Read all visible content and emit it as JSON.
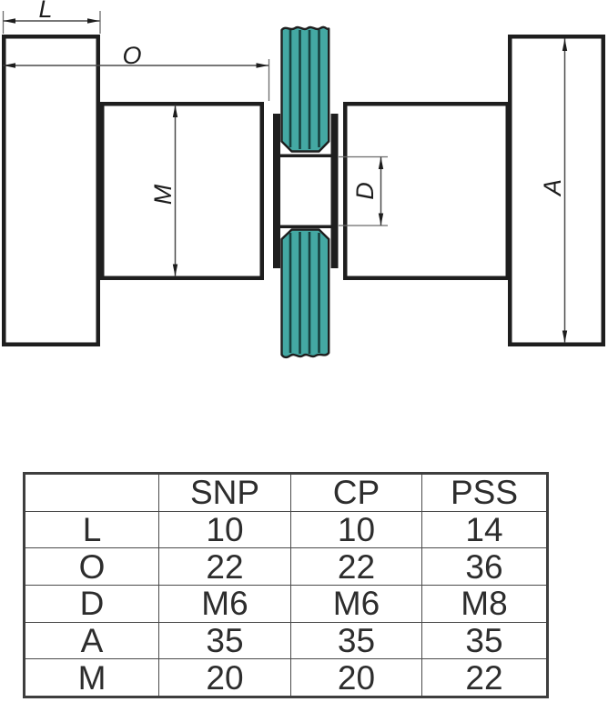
{
  "drawing": {
    "labels": {
      "L": "L",
      "O": "O",
      "M": "M",
      "D": "D",
      "A": "A"
    },
    "colors": {
      "glass_teal": "#44A8A3",
      "glass_stripe": "#17403E",
      "outline_black": "#1E1E1E",
      "dimension_gray": "#4A4A4A"
    }
  },
  "table": {
    "headers": [
      "SNP",
      "CP",
      "PSS"
    ],
    "rows": [
      {
        "label": "L",
        "values": [
          "10",
          "10",
          "14"
        ]
      },
      {
        "label": "O",
        "values": [
          "22",
          "22",
          "36"
        ]
      },
      {
        "label": "D",
        "values": [
          "M6",
          "M6",
          "M8"
        ]
      },
      {
        "label": "A",
        "values": [
          "35",
          "35",
          "35"
        ]
      },
      {
        "label": "M",
        "values": [
          "20",
          "20",
          "22"
        ]
      }
    ]
  }
}
